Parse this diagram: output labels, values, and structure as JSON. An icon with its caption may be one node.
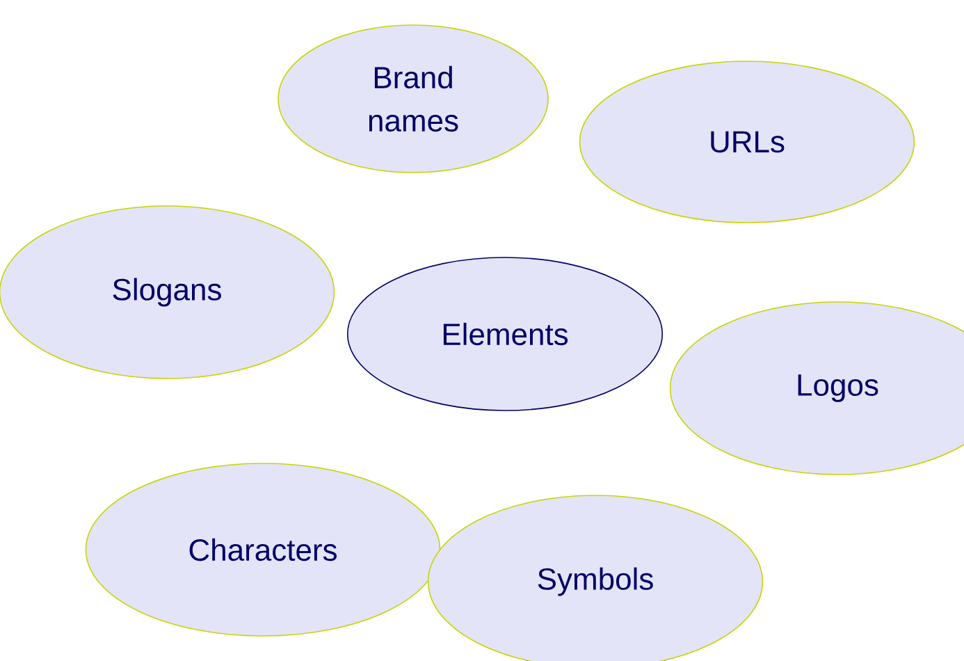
{
  "diagram": {
    "nodes": [
      {
        "text": [
          "Brand names"
        ]
      },
      {
        "text": [
          "URLs"
        ]
      },
      {
        "text": [
          "Slogans"
        ]
      },
      {
        "text": [
          "Elements"
        ]
      },
      {
        "text": [
          "Logos"
        ]
      },
      {
        "text": [
          "Characters"
        ]
      },
      {
        "text": [
          "Symbols"
        ]
      }
    ]
  }
}
